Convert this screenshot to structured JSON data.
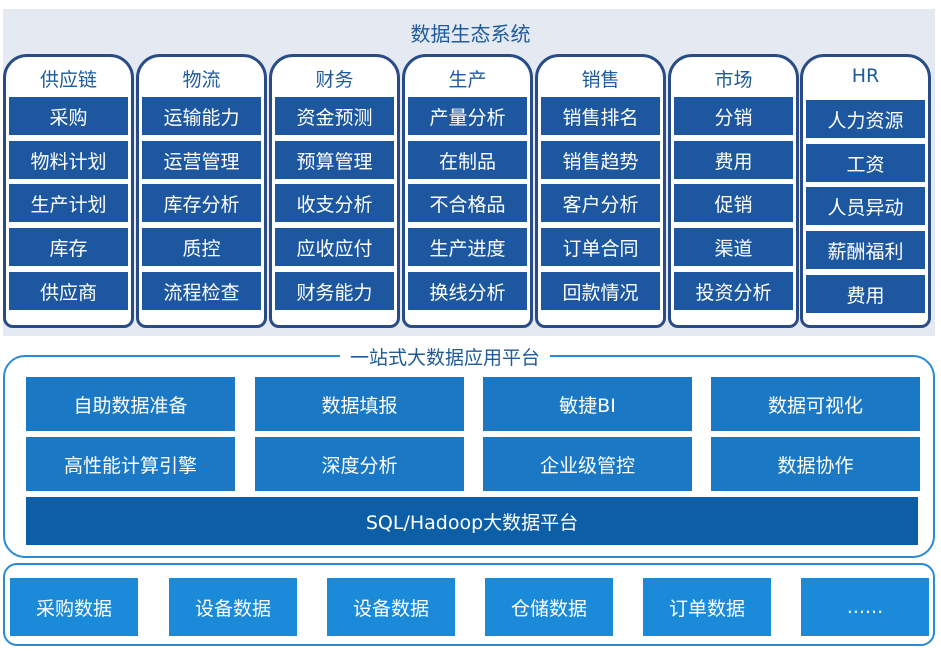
{
  "title": "数据生态系统",
  "columns": [
    {
      "title": "供应链",
      "items": [
        "采购",
        "物料计划",
        "生产计划",
        "库存",
        "供应商"
      ]
    },
    {
      "title": "物流",
      "items": [
        "运输能力",
        "运营管理",
        "库存分析",
        "质控",
        "流程检查"
      ]
    },
    {
      "title": "财务",
      "items": [
        "资金预测",
        "预算管理",
        "收支分析",
        "应收应付",
        "财务能力"
      ]
    },
    {
      "title": "生产",
      "items": [
        "产量分析",
        "在制品",
        "不合格品",
        "生产进度",
        "换线分析"
      ]
    },
    {
      "title": "销售",
      "items": [
        "销售排名",
        "销售趋势",
        "客户分析",
        "订单合同",
        "回款情况"
      ]
    },
    {
      "title": "市场",
      "items": [
        "分销",
        "费用",
        "促销",
        "渠道",
        "投资分析"
      ]
    },
    {
      "title": "HR",
      "items": [
        "人力资源",
        "工资",
        "人员异动",
        "薪酬福利",
        "费用"
      ]
    }
  ],
  "platform": {
    "title": "一站式大数据应用平台",
    "modules": [
      "自助数据准备",
      "数据填报",
      "敏捷BI",
      "数据可视化",
      "高性能计算引擎",
      "深度分析",
      "企业级管控",
      "数据协作"
    ],
    "base": "SQL/Hadoop大数据平台"
  },
  "sources": [
    "采购数据",
    "设备数据",
    "设备数据",
    "仓储数据",
    "订单数据",
    "......"
  ]
}
